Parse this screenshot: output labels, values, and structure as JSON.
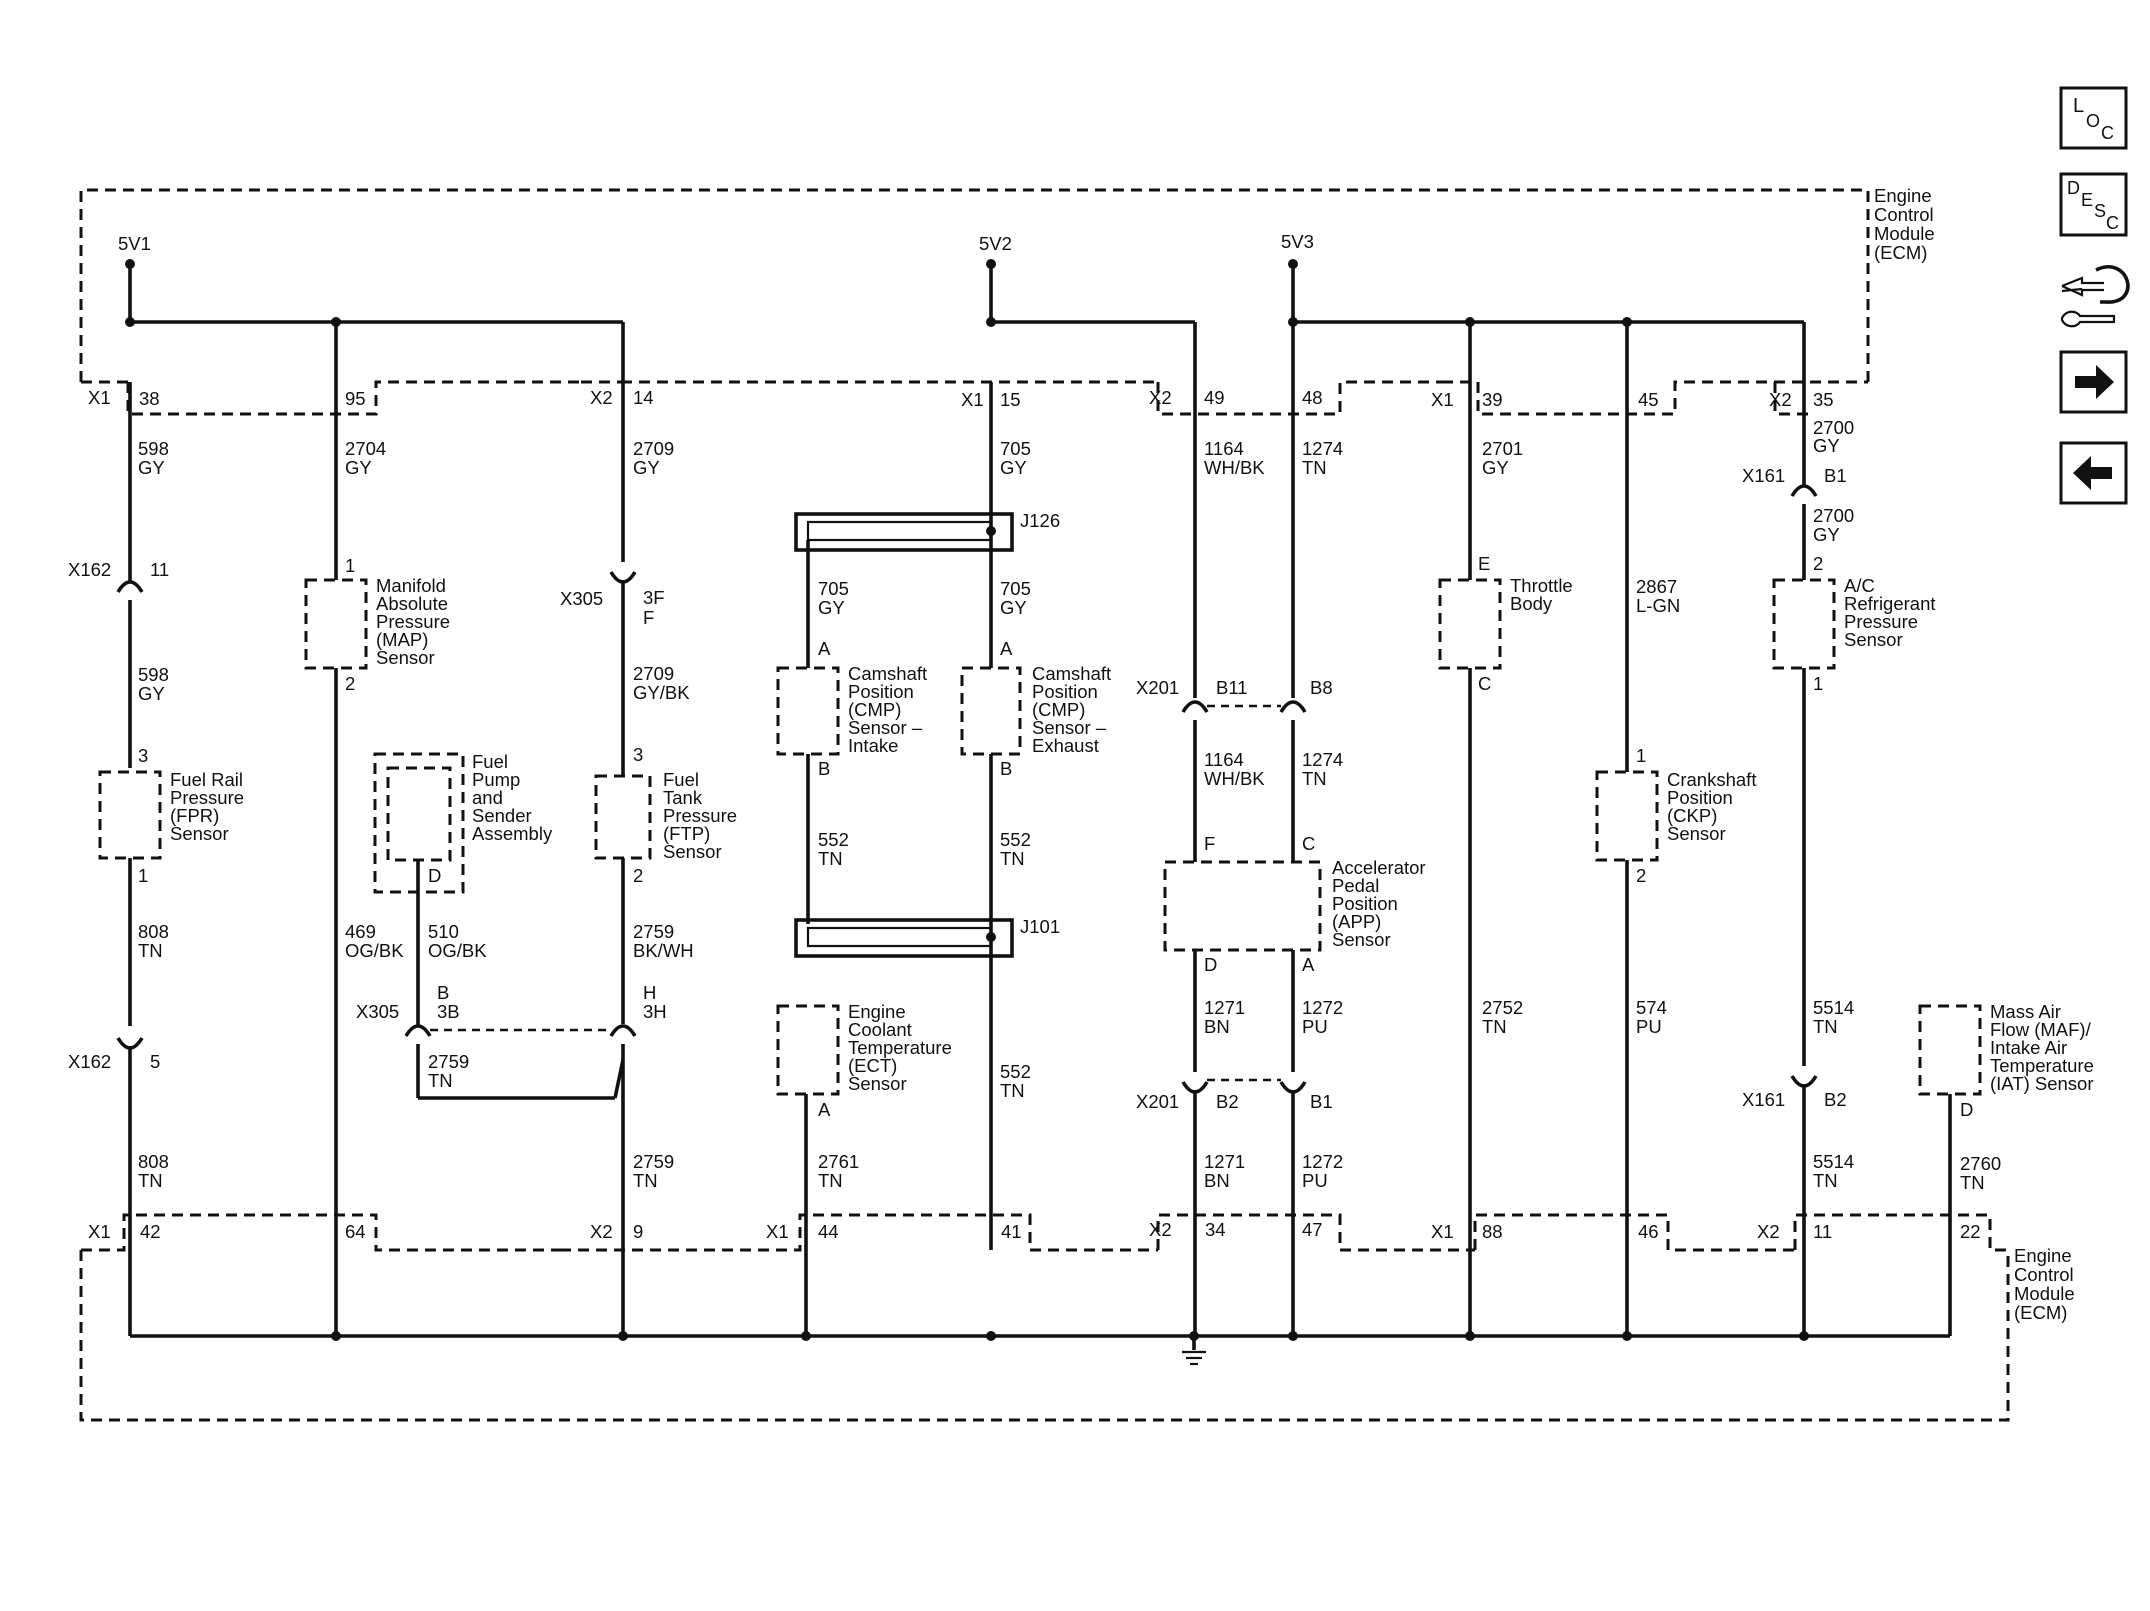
{
  "nav": {
    "loc": {
      "big": "L",
      "sub1": "O",
      "sub2": "C"
    },
    "desc": {
      "big": "D",
      "sub1": "E",
      "sub2": "S",
      "sub3": "C"
    },
    "nav_icons": [
      "connector-end-view-icon",
      "forward-arrow-icon",
      "back-arrow-icon"
    ]
  },
  "ecm": {
    "label": [
      "Engine",
      "Control",
      "Module",
      "(ECM)"
    ]
  },
  "supplies": {
    "v1": "5V1",
    "v2": "5V2",
    "v3": "5V3"
  },
  "connectors": {
    "x1": "X1",
    "x2": "X2",
    "x162": "X162",
    "x305": "X305",
    "x201": "X201",
    "x161": "X161",
    "j126": "J126",
    "j101": "J101"
  },
  "pins_top": {
    "p38": "38",
    "p95": "95",
    "p14": "14",
    "p15": "15",
    "p49": "49",
    "p48": "48",
    "p39": "39",
    "p45": "45",
    "p35": "35"
  },
  "pins_bottom": {
    "p42": "42",
    "p64": "64",
    "p9": "9",
    "p44": "44",
    "p41": "41",
    "p34": "34",
    "p47": "47",
    "p88": "88",
    "p46": "46",
    "p11": "11",
    "p22": "22"
  },
  "inline_pins": {
    "p11": "11",
    "p5": "5",
    "p3F": "3F",
    "pF": "F",
    "p3B": "3B",
    "pB": "B",
    "p3H": "3H",
    "pH": "H",
    "pB11": "B11",
    "pB8": "B8",
    "pB2": "B2",
    "pB1": "B1"
  },
  "component_pins": {
    "p1": "1",
    "p2": "2",
    "p3": "3",
    "pA": "A",
    "pB": "B",
    "pC": "C",
    "pD": "D",
    "pE": "E",
    "pF": "F"
  },
  "wires": {
    "c598": "598",
    "c2704": "2704",
    "c2709": "2709",
    "c705": "705",
    "c1164": "1164",
    "c1274": "1274",
    "c2701": "2701",
    "c2700": "2700",
    "c808": "808",
    "c469": "469",
    "c510": "510",
    "c2759": "2759",
    "c552": "552",
    "c2761": "2761",
    "c1271": "1271",
    "c1272": "1272",
    "c2752": "2752",
    "c2867": "2867",
    "c574": "574",
    "c5514": "5514",
    "c2760": "2760",
    "GY": "GY",
    "TN": "TN",
    "WHBK": "WH/BK",
    "OGBK": "OG/BK",
    "GYBK": "GY/BK",
    "BKWH": "BK/WH",
    "BN": "BN",
    "PU": "PU",
    "LGN": "L-GN"
  },
  "components": {
    "fpr": [
      "Fuel Rail",
      "Pressure",
      "(FPR)",
      "Sensor"
    ],
    "map": [
      "Manifold",
      "Absolute",
      "Pressure",
      "(MAP)",
      "Sensor"
    ],
    "fuel_pump": [
      "Fuel",
      "Pump",
      "and",
      "Sender",
      "Assembly"
    ],
    "ftp": [
      "Fuel",
      "Tank",
      "Pressure",
      "(FTP)",
      "Sensor"
    ],
    "cmp_intake": [
      "Camshaft",
      "Position",
      "(CMP)",
      "Sensor –",
      "Intake"
    ],
    "cmp_exhaust": [
      "Camshaft",
      "Position",
      "(CMP)",
      "Sensor –",
      "Exhaust"
    ],
    "ect": [
      "Engine",
      "Coolant",
      "Temperature",
      "(ECT)",
      "Sensor"
    ],
    "app": [
      "Accelerator",
      "Pedal",
      "Position",
      "(APP)",
      "Sensor"
    ],
    "throttle": [
      "Throttle",
      "Body"
    ],
    "ckp": [
      "Crankshaft",
      "Position",
      "(CKP)",
      "Sensor"
    ],
    "ac": [
      "A/C",
      "Refrigerant",
      "Pressure",
      "Sensor"
    ],
    "maf": [
      "Mass Air",
      "Flow (MAF)/",
      "Intake Air",
      "Temperature",
      "(IAT) Sensor"
    ]
  }
}
